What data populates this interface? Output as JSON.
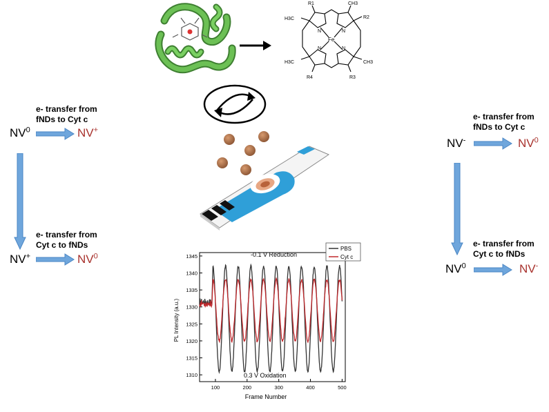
{
  "left": {
    "top_label": [
      "e- transfer from",
      "fNDs to Cyt c"
    ],
    "top_from_base": "NV",
    "top_from_sup": "0",
    "top_to_base": "NV",
    "top_to_sup": "+",
    "bottom_label": [
      "e- transfer from",
      "Cyt c to fNDs"
    ],
    "bottom_from_base": "NV",
    "bottom_from_sup": "+",
    "bottom_to_base": "NV",
    "bottom_to_sup": "0"
  },
  "right": {
    "top_label": [
      "e- transfer from",
      "fNDs to Cyt c"
    ],
    "top_from_base": "NV",
    "top_from_sup": "-",
    "top_to_base": "NV",
    "top_to_sup": "0",
    "bottom_label": [
      "e- transfer from",
      "Cyt c to fNDs"
    ],
    "bottom_from_base": "NV",
    "bottom_from_sup": "0",
    "bottom_to_base": "NV",
    "bottom_to_sup": "-"
  },
  "heme": {
    "substituents": [
      "R1",
      "CH3",
      "H3C",
      "R2",
      "Fe",
      "H3C",
      "CH3",
      "R4",
      "R3"
    ],
    "atoms": [
      "N",
      "N",
      "N",
      "N"
    ]
  },
  "colors": {
    "arrow_blue": "#6fa6dc",
    "nv_red": "#a8322d",
    "protein_green": "#5fa84a",
    "chip_blue": "#2f9fd8",
    "particle_brown": "#a86b45",
    "pbs_line": "#333333",
    "cytc_line": "#c0282c"
  },
  "chart_data": {
    "type": "line",
    "title": "",
    "annotations": [
      "-0.1 V Reduction",
      "0.3 V Oxidation"
    ],
    "xlabel": "Frame Number",
    "ylabel": "PL Intensity (a.u.)",
    "xlim": [
      50,
      510
    ],
    "ylim": [
      1308,
      1346
    ],
    "xticks": [
      100,
      200,
      300,
      400,
      500
    ],
    "yticks": [
      1310,
      1315,
      1320,
      1325,
      1330,
      1335,
      1340,
      1345
    ],
    "legend_position": "top-right",
    "series": [
      {
        "name": "PBS",
        "baseline_x": [
          50,
          90
        ],
        "baseline_y": 1331.5,
        "period": 40,
        "start_x": 92,
        "peak": 1342,
        "trough": 1311
      },
      {
        "name": "Cyt c",
        "baseline_x": [
          50,
          90
        ],
        "baseline_y": 1331,
        "period": 40,
        "start_x": 92,
        "peak": 1338,
        "trough": 1320
      }
    ]
  }
}
